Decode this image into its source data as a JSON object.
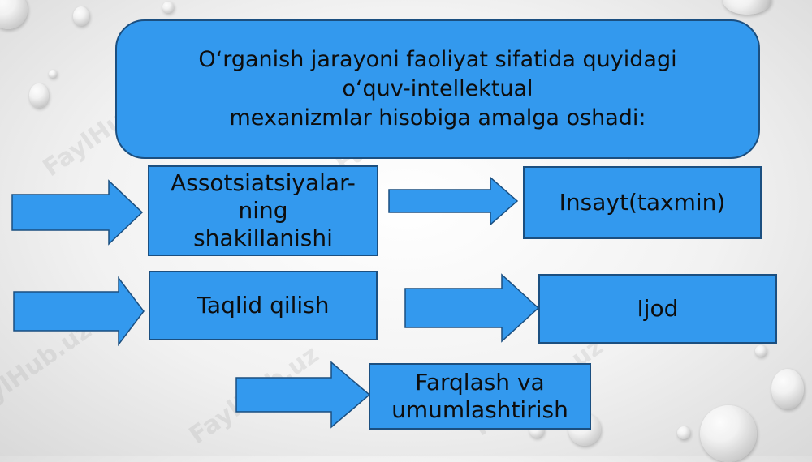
{
  "header": {
    "text": "Oʻrganish jarayoni faoliyat sifatida quyidagi\noʻquv-intellektual\nmexanizmlar hisobiga amalga oshadi:"
  },
  "items": [
    {
      "label": "Assotsiatsiyalar-\nning\nshakillanishi"
    },
    {
      "label": "Insayt(taxmin)"
    },
    {
      "label": "Taqlid qilish"
    },
    {
      "label": "Ijod"
    },
    {
      "label": "Farqlash va\numumlashtirish"
    }
  ],
  "watermark": "FaylHub.uz",
  "colors": {
    "box_fill": "#3399ee",
    "box_border": "#1b4f80",
    "text": "#0d0d0d"
  }
}
